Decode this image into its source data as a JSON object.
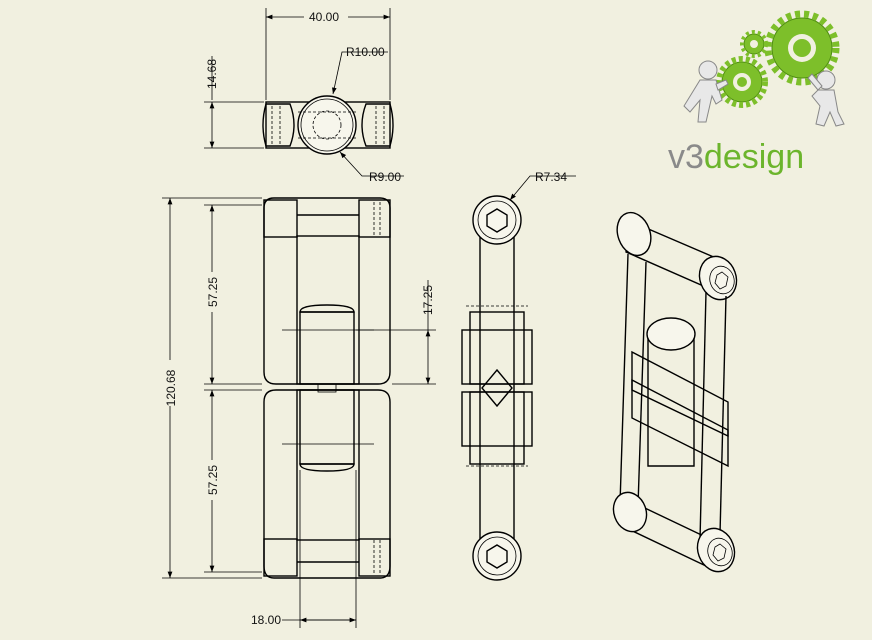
{
  "drawing": {
    "dimensions": {
      "top_width": "40.00",
      "top_height": "14.68",
      "top_radius_outer": "R10.00",
      "top_radius_inner": "R9.00",
      "side_radius": "R7.34",
      "overall_height": "120.68",
      "upper_link": "57.25",
      "lower_link": "57.25",
      "hub_offset": "17.25",
      "bottom_width": "18.00"
    }
  },
  "logo": {
    "text_v3": "v3",
    "text_design": "design",
    "colors": {
      "gear": "#7dbf2a",
      "gear_dark": "#4e8c12",
      "text_grey": "#8a8a8a",
      "text_green": "#6cb52c"
    }
  }
}
